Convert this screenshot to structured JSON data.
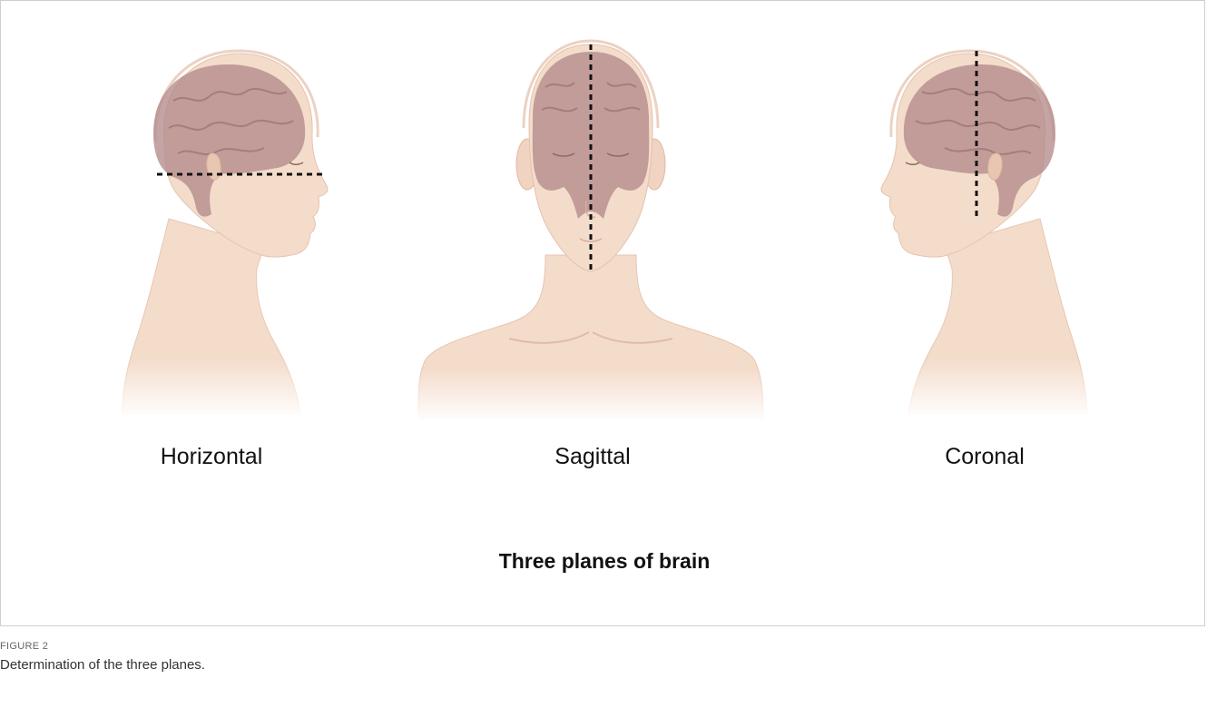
{
  "figure": {
    "title": "Three planes of brain",
    "number": "FIGURE 2",
    "caption": "Determination of the three planes."
  },
  "planes": [
    {
      "label": "Horizontal"
    },
    {
      "label": "Sagittal"
    },
    {
      "label": "Coronal"
    }
  ],
  "colors": {
    "skin": "#f4dccb",
    "skin_shadow": "#e9c6b1",
    "brain": "#b48a8a",
    "brain_dark": "#9a7070",
    "skull_line": "#e8cbbb",
    "cut_line": "#111111"
  }
}
